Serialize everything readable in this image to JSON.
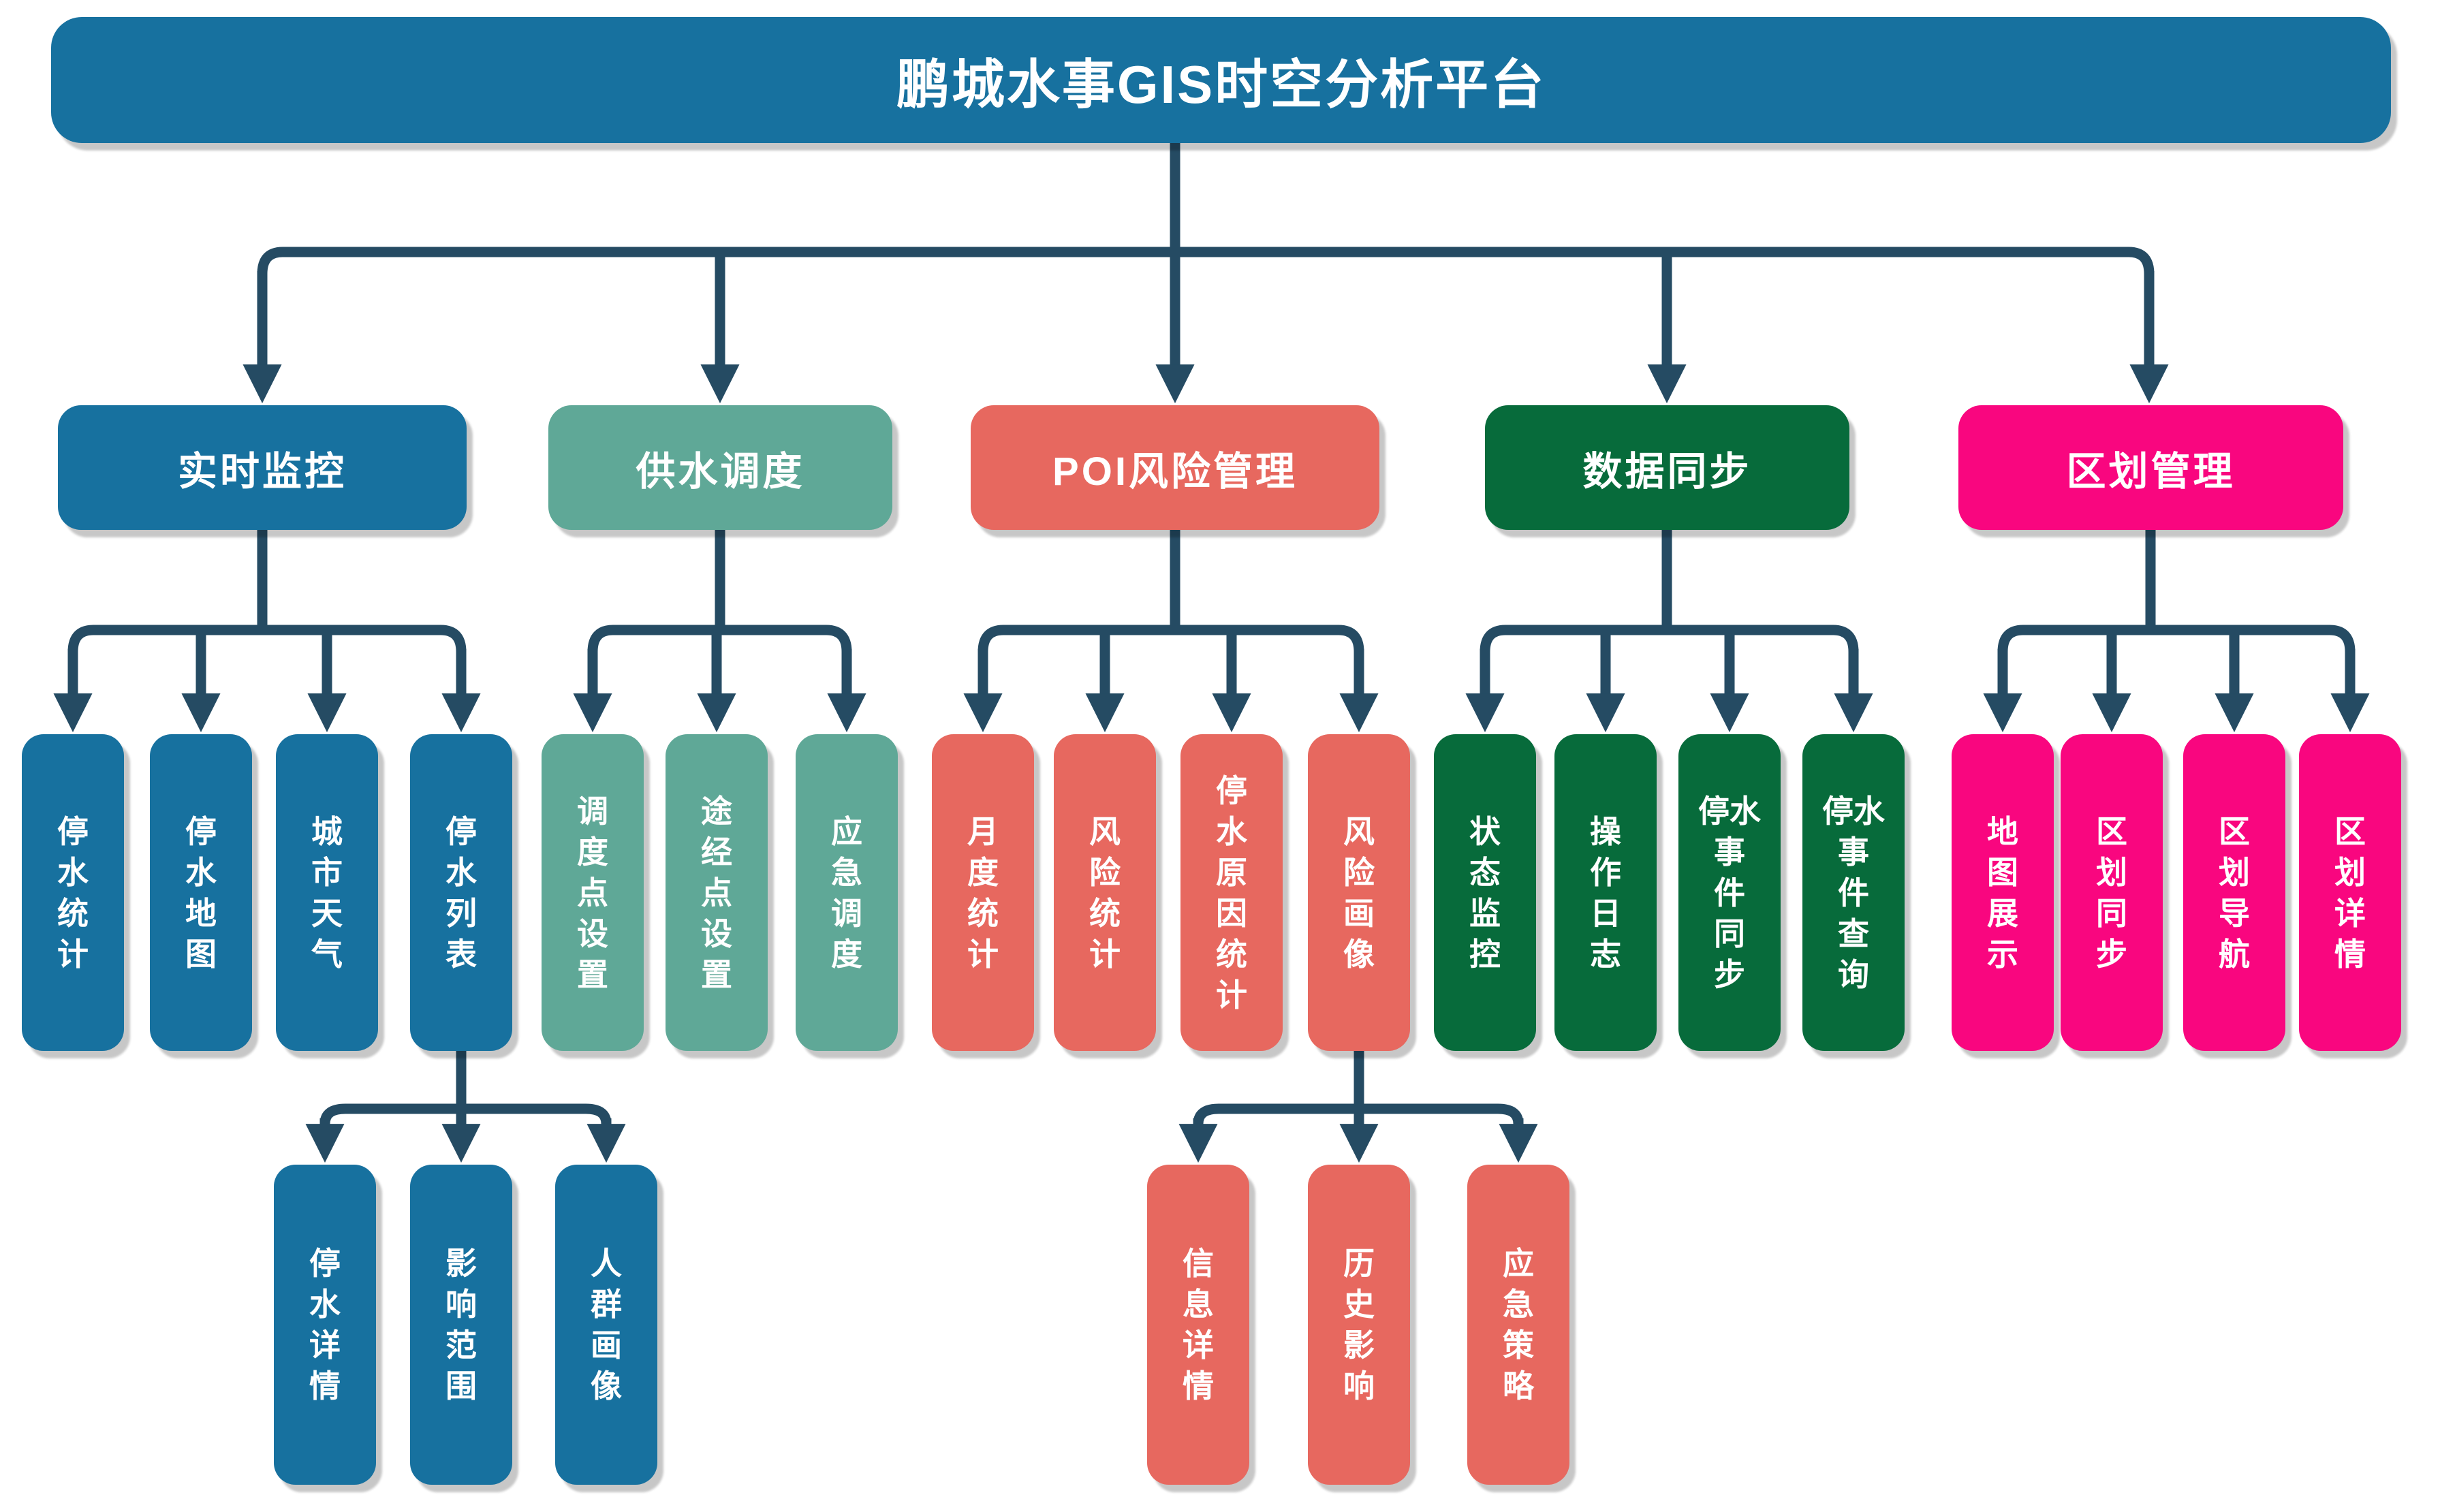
{
  "title": "鹏城水事GIS时空分析平台",
  "palette": {
    "title_blue": "#17719F",
    "realtime_blue": "#17719F",
    "supply_teal": "#5FA897",
    "poi_salmon": "#E7685F",
    "sync_green": "#076B3B",
    "district_magenta": "#F9067F",
    "connector_navy": "#254B63",
    "text_white": "#FFFFFF"
  },
  "connector": {
    "color": "#254B63"
  },
  "branches": [
    {
      "label": "实时监控",
      "color": "#17719F",
      "children": [
        {
          "label": "停水统计",
          "lines": [
            "停",
            "水",
            "统",
            "计"
          ]
        },
        {
          "label": "停水地图",
          "lines": [
            "停",
            "水",
            "地",
            "图"
          ]
        },
        {
          "label": "城市天气",
          "lines": [
            "城",
            "市",
            "天",
            "气"
          ]
        },
        {
          "label": "停水列表",
          "lines": [
            "停",
            "水",
            "列",
            "表"
          ],
          "children": [
            {
              "label": "停水详情",
              "lines": [
                "停",
                "水",
                "详",
                "情"
              ]
            },
            {
              "label": "影响范围",
              "lines": [
                "影",
                "响",
                "范",
                "围"
              ]
            },
            {
              "label": "人群画像",
              "lines": [
                "人",
                "群",
                "画",
                "像"
              ]
            }
          ]
        }
      ]
    },
    {
      "label": "供水调度",
      "color": "#5FA897",
      "children": [
        {
          "label": "调度点设置",
          "lines": [
            "调",
            "度",
            "点",
            "设",
            "置"
          ]
        },
        {
          "label": "途经点设置",
          "lines": [
            "途",
            "经",
            "点",
            "设",
            "置"
          ]
        },
        {
          "label": "应急调度",
          "lines": [
            "应",
            "急",
            "调",
            "度"
          ]
        }
      ]
    },
    {
      "label": "POI风险管理",
      "color": "#E7685F",
      "children": [
        {
          "label": "月度统计",
          "lines": [
            "月",
            "度",
            "统",
            "计"
          ]
        },
        {
          "label": "风险统计",
          "lines": [
            "风",
            "险",
            "统",
            "计"
          ]
        },
        {
          "label": "停水原因统计",
          "lines": [
            "停",
            "水",
            "原",
            "因",
            "统",
            "计"
          ]
        },
        {
          "label": "风险画像",
          "lines": [
            "风",
            "险",
            "画",
            "像"
          ],
          "children": [
            {
              "label": "信息详情",
              "lines": [
                "信",
                "息",
                "详",
                "情"
              ]
            },
            {
              "label": "历史影响",
              "lines": [
                "历",
                "史",
                "影",
                "响"
              ]
            },
            {
              "label": "应急策略",
              "lines": [
                "应",
                "急",
                "策",
                "略"
              ]
            }
          ]
        }
      ]
    },
    {
      "label": "数据同步",
      "color": "#076B3B",
      "children": [
        {
          "label": "状态监控",
          "lines": [
            "状",
            "态",
            "监",
            "控"
          ]
        },
        {
          "label": "操作日志",
          "lines": [
            "操",
            "作",
            "日",
            "志"
          ]
        },
        {
          "label": "停水事件同步",
          "lines": [
            "停水",
            "事",
            "件",
            "同",
            "步"
          ]
        },
        {
          "label": "停水事件查询",
          "lines": [
            "停水",
            "事",
            "件",
            "查",
            "询"
          ]
        }
      ]
    },
    {
      "label": "区划管理",
      "color": "#F9067F",
      "children": [
        {
          "label": "地图展示",
          "lines": [
            "地",
            "图",
            "展",
            "示"
          ]
        },
        {
          "label": "区划同步",
          "lines": [
            "区",
            "划",
            "同",
            "步"
          ]
        },
        {
          "label": "区划导航",
          "lines": [
            "区",
            "划",
            "导",
            "航"
          ]
        },
        {
          "label": "区划详情",
          "lines": [
            "区",
            "划",
            "详",
            "情"
          ]
        }
      ]
    }
  ]
}
